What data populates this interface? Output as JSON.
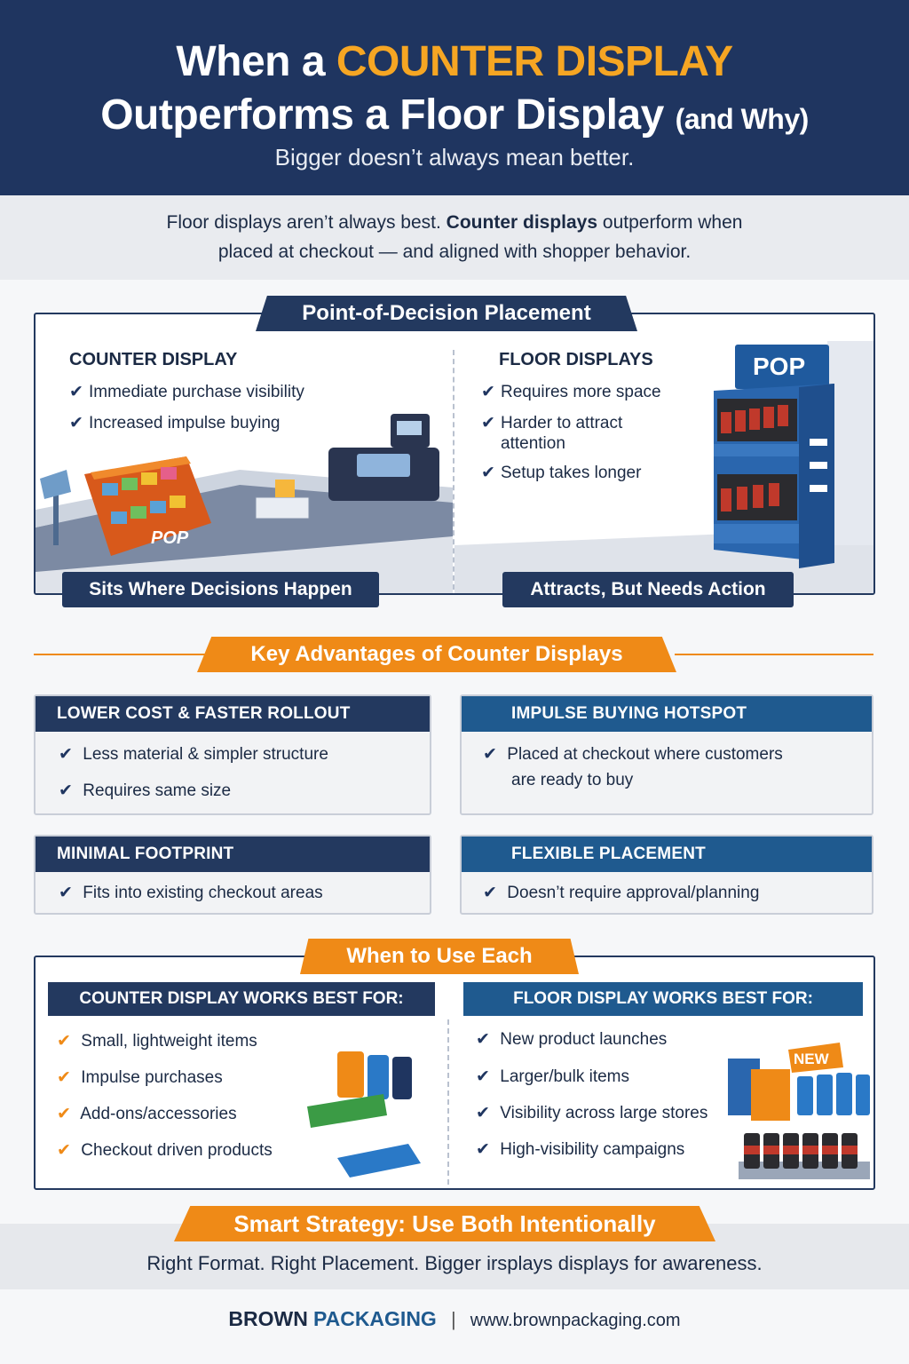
{
  "header": {
    "title_pre": "When a",
    "title_accent": "COUNTER DISPLAY",
    "title_line2": "Outperforms a Floor Display",
    "title_small": "(and Why)",
    "subtitle": "Bigger doesn’t always mean better."
  },
  "intro": {
    "part1": "Floor displays aren’t always best.",
    "bold": "Counter displays",
    "part2": "outperform when",
    "line2": "placed at checkout — and aligned with shopper behavior."
  },
  "placement": {
    "title": "Point-of-Decision Placement",
    "counter": {
      "heading": "COUNTER DISPLAY",
      "items": [
        "Immediate purchase visibility",
        "Increased impulse buying"
      ],
      "tag": "Sits Where Decisions Happen",
      "pop_label": "POP"
    },
    "floor": {
      "heading": "FLOOR DISPLAYS",
      "items": [
        "Requires more space",
        "Harder to attract",
        "attention",
        "Setup takes longer"
      ],
      "tag": "Attracts, But Needs Action",
      "pop_label": "POP"
    }
  },
  "advantages": {
    "title": "Key Advantages of Counter Displays",
    "cards": [
      {
        "head": "LOWER COST & FASTER ROLLOUT",
        "items": [
          "Less material & simpler structure",
          "Requires same size"
        ]
      },
      {
        "head": "IMPULSE BUYING HOTSPOT",
        "items": [
          "Placed at checkout where customers",
          "are ready to buy"
        ]
      },
      {
        "head": "MINIMAL FOOTPRINT",
        "items": [
          "Fits into existing checkout areas"
        ]
      },
      {
        "head": "FLEXIBLE PLACEMENT",
        "items": [
          "Doesn’t require approval/planning"
        ]
      }
    ]
  },
  "when": {
    "title": "When to Use Each",
    "counter_head": "COUNTER DISPLAY WORKS BEST FOR:",
    "counter_items": [
      "Small, lightweight items",
      "Impulse purchases",
      "Add-ons/accessories",
      "Checkout driven products"
    ],
    "floor_head": "FLOOR DISPLAY WORKS BEST FOR:",
    "floor_items": [
      "New product launches",
      "Larger/bulk items",
      "Visibility across large stores",
      "High-visibility campaigns"
    ],
    "new_badge": "NEW"
  },
  "strategy": {
    "title": "Smart Strategy: Use Both Intentionally",
    "text": "Right Format. Right Placement. Bigger irsplays displays for awareness."
  },
  "footer": {
    "brand_part1": "BROWN",
    "brand_part2": "PACKAGING",
    "separator": "|",
    "url": "www.brownpackaging.com"
  },
  "icons": {
    "check": "checkmark-icon"
  },
  "colors": {
    "navy": "#1f3560",
    "orange": "#ef8a17",
    "accent_yellow": "#f6a623",
    "blue": "#1f5a8f"
  }
}
